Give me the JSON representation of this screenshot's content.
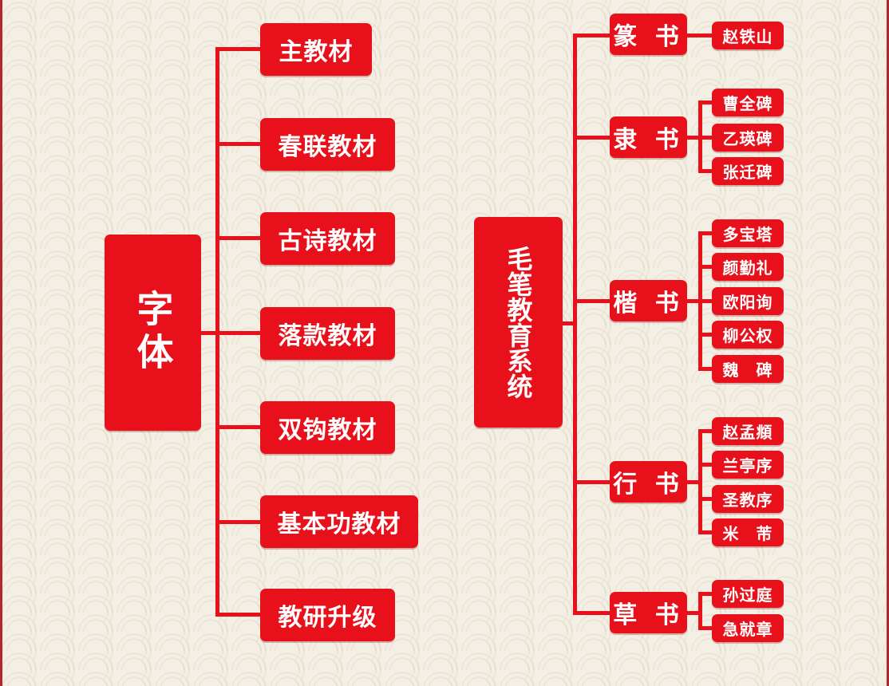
{
  "left_tree": {
    "root": "字体",
    "children": [
      "主教材",
      "春联教材",
      "古诗教材",
      "落款教材",
      "双钩教材",
      "基本功教材",
      "教研升级"
    ]
  },
  "right_tree": {
    "root": "毛笔教育系统",
    "scripts": [
      {
        "name": "篆 书",
        "models": [
          "赵铁山"
        ]
      },
      {
        "name": "隶 书",
        "models": [
          "曹全碑",
          "乙瑛碑",
          "张迁碑"
        ]
      },
      {
        "name": "楷 书",
        "models": [
          "多宝塔",
          "颜勤礼",
          "欧阳询",
          "柳公权",
          "魏 碑"
        ]
      },
      {
        "name": "行 书",
        "models": [
          "赵孟頫",
          "兰亭序",
          "圣教序",
          "米 芾"
        ]
      },
      {
        "name": "草 书",
        "models": [
          "孙过庭",
          "急就章"
        ]
      }
    ]
  },
  "colors": {
    "node": "#e8111b",
    "text": "#ffffff",
    "background": "#f4efe4",
    "border": "#b3262b"
  }
}
